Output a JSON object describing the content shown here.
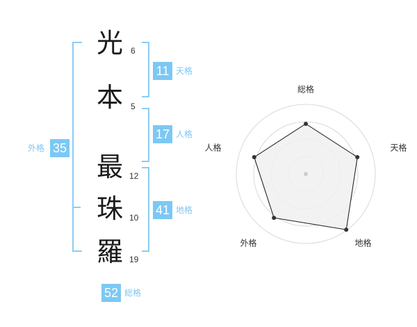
{
  "name_chars": [
    {
      "char": "光",
      "strokes": "6"
    },
    {
      "char": "本",
      "strokes": "5"
    },
    {
      "char": "最",
      "strokes": "12"
    },
    {
      "char": "珠",
      "strokes": "10"
    },
    {
      "char": "羅",
      "strokes": "19"
    }
  ],
  "fortune": {
    "tenkaku": {
      "value": "11",
      "label": "天格"
    },
    "jinkaku": {
      "value": "17",
      "label": "人格"
    },
    "chikaku": {
      "value": "41",
      "label": "地格"
    },
    "gaikaku": {
      "value": "35",
      "label": "外格"
    },
    "soukaku": {
      "value": "52",
      "label": "総格"
    }
  },
  "colors": {
    "accent": "#7cc8f4",
    "bracket": "#8ccdf2",
    "radar_fill": "#f0f0f0",
    "radar_grid": "#d9d9d9"
  },
  "chart_data": {
    "type": "radar",
    "axes": [
      "総格",
      "天格",
      "地格",
      "外格",
      "人格"
    ],
    "values": [
      0.72,
      0.78,
      0.99,
      0.78,
      0.78
    ],
    "range": [
      0,
      1
    ],
    "grid_rings": 4
  }
}
